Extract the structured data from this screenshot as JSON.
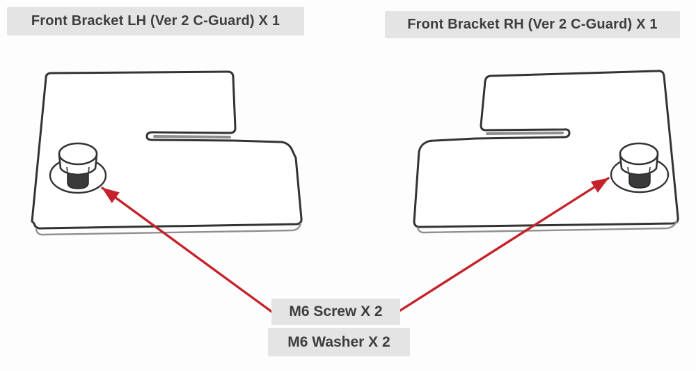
{
  "labels": {
    "bracket_lh": "Front Bracket LH (Ver 2 C-Guard) X 1",
    "bracket_rh": "Front Bracket RH (Ver 2 C-Guard) X 1",
    "callout_screw": "M6 Screw X 2",
    "callout_washer": "M6 Washer X 2"
  },
  "colors": {
    "background": "#fdfdfd",
    "label_bg": "#e4e4e4",
    "label_text": "#3d3d3d",
    "line": "#333333",
    "line_light": "#8f8f8f",
    "arrow": "#c4232b"
  },
  "drawings": {
    "bracket_lh": "front-bracket-plate-lh-line-drawing",
    "bracket_rh": "front-bracket-plate-rh-line-drawing",
    "screw_lh": "m6-hex-screw-with-washer-on-lh-plate",
    "screw_rh": "m6-hex-screw-with-washer-on-rh-plate",
    "arrows": "red-callout-arrows-from-screw-label-to-screws"
  }
}
